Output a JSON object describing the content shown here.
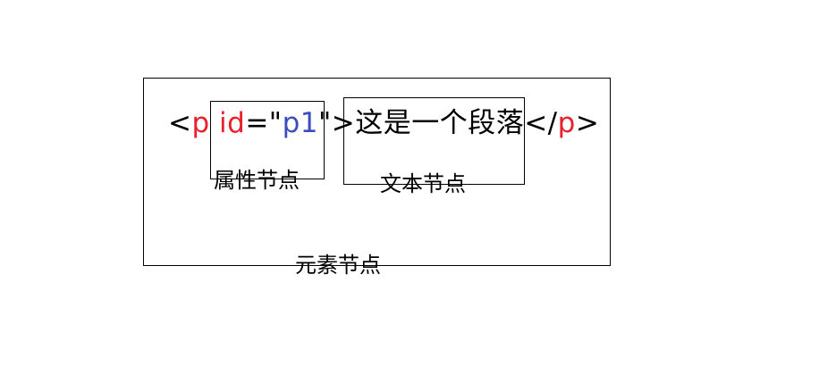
{
  "code": {
    "open_lt": "<",
    "open_tag": "p",
    "space": " ",
    "attr_name": "id",
    "equals_quote": "=\"",
    "attr_value": "p1",
    "quote_gt": "\">",
    "text": "这是一个段落",
    "close_lt": "</",
    "close_tag": "p",
    "close_gt": ">"
  },
  "labels": {
    "attribute_node": "属性节点",
    "text_node": "文本节点",
    "element_node": "元素节点"
  },
  "colors": {
    "tag": "#e8202a",
    "attr_name": "#e8202a",
    "attr_value": "#3b4cc0",
    "text": "#000000",
    "border": "#000000"
  }
}
